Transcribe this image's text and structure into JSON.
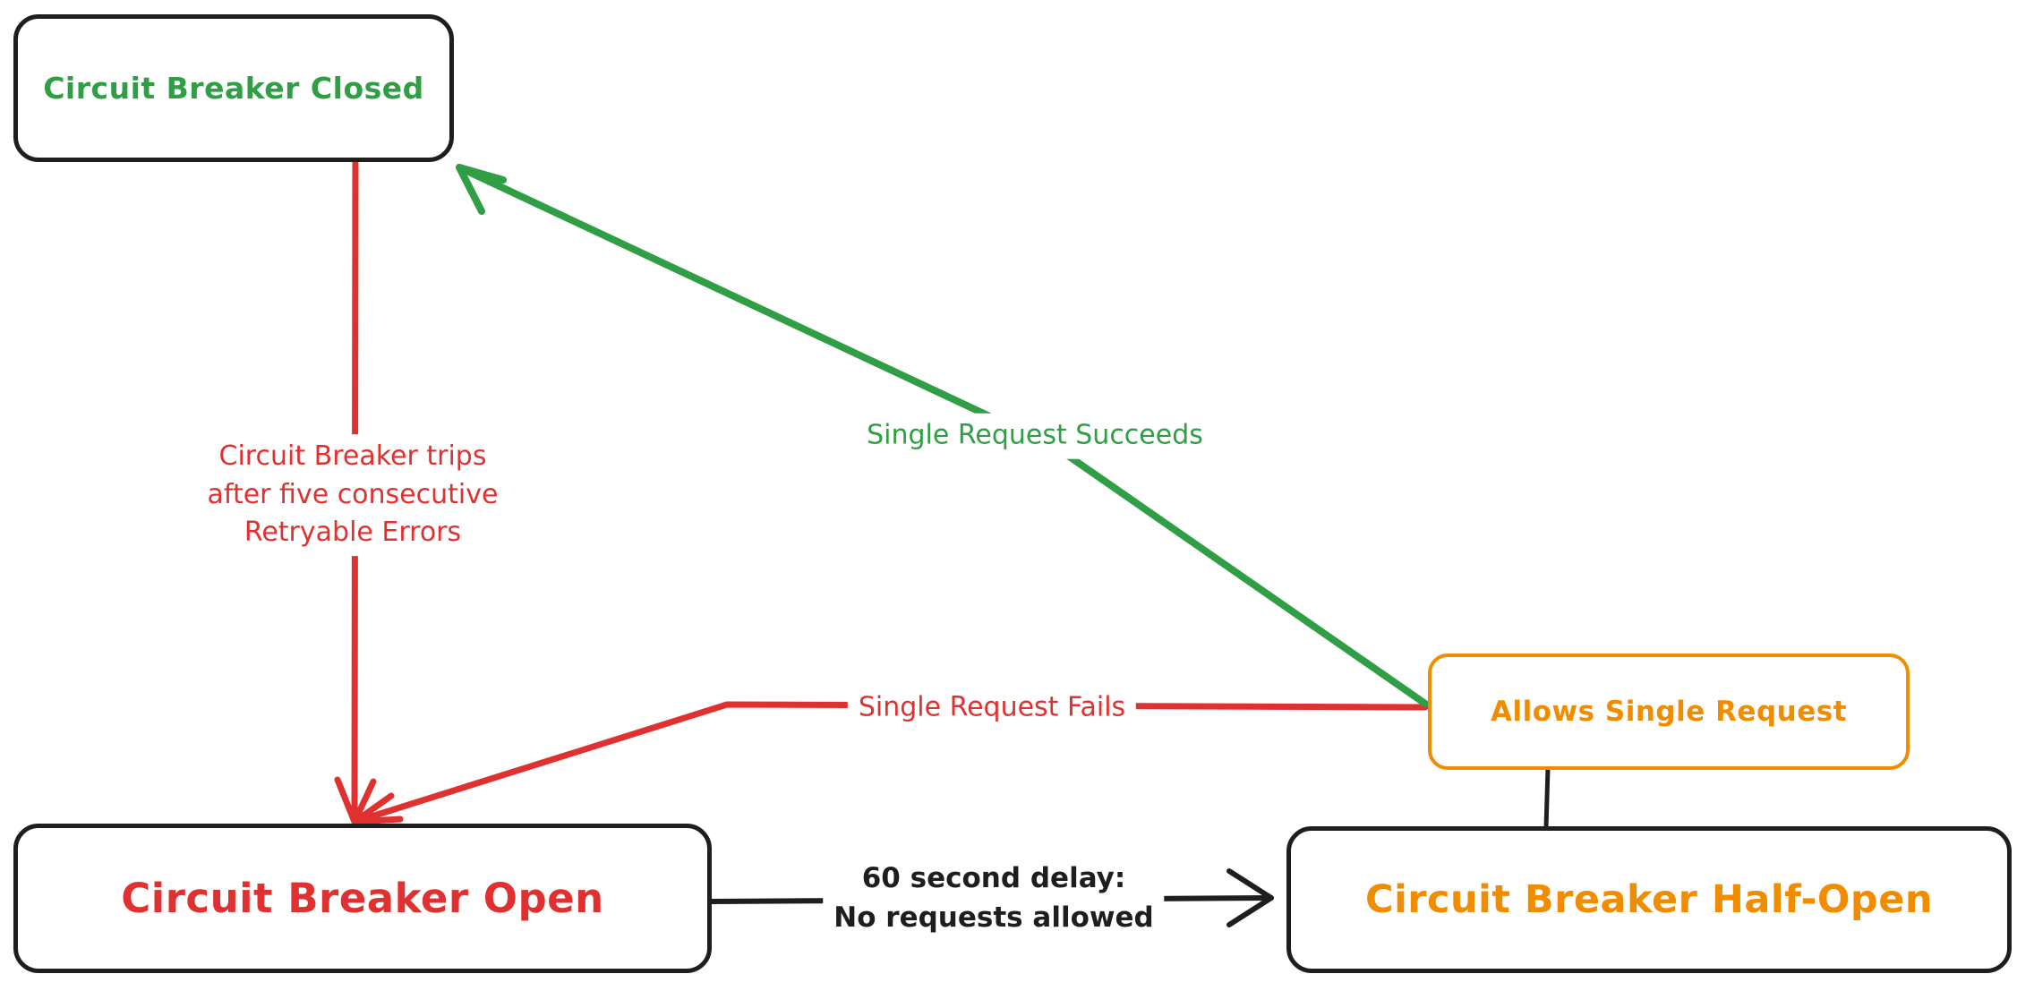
{
  "colors": {
    "green": "#2f9e44",
    "red": "#e03131",
    "orange": "#f08c00",
    "ink": "#1e1e1e"
  },
  "nodes": {
    "closed": {
      "label": "Circuit Breaker Closed"
    },
    "open": {
      "label": "Circuit Breaker Open"
    },
    "half_open": {
      "label": "Circuit Breaker Half-Open"
    },
    "allows": {
      "label": "Allows Single Request"
    }
  },
  "edges": {
    "trip": {
      "lines": [
        "Circuit Breaker trips",
        "after five consecutive",
        "Retryable Errors"
      ],
      "from": "closed",
      "to": "open"
    },
    "succeeds": {
      "label": "Single Request Succeeds",
      "from": "allows",
      "to": "closed"
    },
    "fails": {
      "label": "Single Request Fails",
      "from": "allows",
      "to": "open"
    },
    "delay": {
      "lines": [
        "60 second delay:",
        "No requests allowed"
      ],
      "from": "open",
      "to": "half_open"
    },
    "connector": {
      "from": "allows",
      "to": "half_open"
    }
  }
}
